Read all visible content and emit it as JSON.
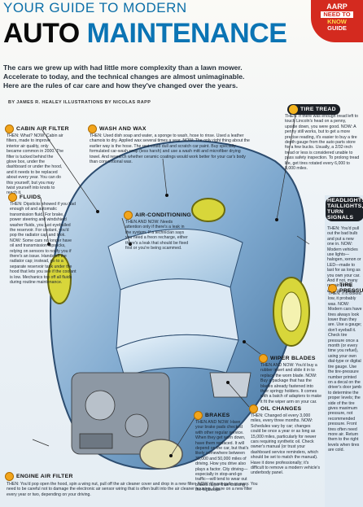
{
  "header": {
    "kicker": "YOUR GUIDE TO MODERN",
    "title_a": "AUTO",
    "title_b": "MAINTENANCE",
    "deck": "The cars we grew up with had little more complexity than a lawn mower. Accelerate to today, and the technical changes are almost unimaginable. Here are the rules of car care and how they've changed over the years.",
    "byline": "BY JAMES R. HEALEY   ILLUSTRATIONS BY NICOLAS RAPP"
  },
  "badge": {
    "line1": "AARP",
    "line2": "NEED TO",
    "line3": "KNOW",
    "line4": "GUIDE"
  },
  "sections": {
    "cabin": {
      "label": "CABIN AIR FILTER",
      "text": "THEN: What? NOW: Cabin air filters, made to improve interior air quality, only became common in 2000. The filter is tucked behind the glove box, under the dashboard or under the hood, and it needs to be replaced about every year. You can do this yourself, but you may twist yourself into knots to reach it."
    },
    "wash": {
      "label": "WASH AND WAX",
      "text": "THEN: Used dish soap and water, a sponge to wash, hose to rinse. Used a leather chamois to dry. Applied wax several times a year. NOW: The only right thing about the earlier way is the hose. The rest could dull and scratch car paint. Buy specially formulated car-wash soap (less harsh) and use a wash mitt and microfiber drying towel. And research whether ceramic coatings would work better for your car's body than conventional wax."
    },
    "tire": {
      "label": "TIRE TREAD",
      "text": "THEN: If there was enough tread left to touch Lincoln's head on a penny, upside down, you were good. NOW: A penny still works, but to get a more precise reading, it's easier to buy a tire depth gauge from the auto parts store for a few bucks. Usually, a 2/32-inch tread or less is considered unable to pass safety inspection. To prolong tread life, get tires rotated every 6,000 to 8,000 miles."
    },
    "ac": {
      "label": "AIR-CONDITIONING",
      "text": "THEN AND NOW: Needs attention only if there's a leak in the system. If a technician says you need a freon recharge, either there's a leak that should be fixed first or you're being scammed."
    },
    "fluids": {
      "label": "FLUIDS",
      "text": "THEN: Dipsticks showed if you had enough oil and automatic transmission fluid. For brake, power steering and windshield washer fluids, you just eyeballed the reservoir. For coolant, you'd pop the radiator cap and look. NOW: Some cars no longer have oil and transmission dipsticks, relying on sensors to notify you if there's an issue. Hands off the radiator cap; instead, go to a separate reservoir tank under the hood that lets you see if the coolant is low. Mechanics top off all fluids during routine maintenance."
    },
    "headlights": {
      "label": "HEADLIGHTS, TAILLIGHTS, TURN SIGNALS",
      "text": "THEN: You'd pull out the bad bulb and put a new one in. NOW: Modern vehicles use lights—halogen, xenon or LED—made to last for as long as you own your car. And if not, many remain pretty easy to replace."
    },
    "pressure": {
      "label": "TIRE PRESSURE",
      "text": "THEN: If it looked low, it probably was. NOW: Modern cars have tires always look lower than they are. Use a gauge; don't eyeball it. Check tire pressure once a month (or every time you refuel), using your own dial-type or digital tire gauge. Use the tire-pressure number printed on a decal on the driver's door jamb to determine the proper levels; the side of the tire gives maximum pressure, not recommended pressure. Front tires often need more air. Return them to the right levels when tires are cold."
    },
    "wipers": {
      "label": "WIPER BLADES",
      "text": "THEN AND NOW: You'd buy a rubber insert and slide it in to replace the worn blade. NOW: Buy a package that has the blades already fastened into their springy holders. It comes with a batch of adapters to make it fit the wiper arm on your car."
    },
    "oil": {
      "label": "OIL CHANGES",
      "text": "THEN: Changed oil every 3,000 miles, every three months. NOW: Schedules vary by car; changes could be once a year or as long as 15,000 miles, particularly for newer cars requiring synthetic oil. Check owner's manual (or trust your dashboard service reminders, which should be set to match the manual). Have it done professionally; it's difficult to remove a modern vehicle's underbody panel."
    },
    "brakes": {
      "label": "BRAKES",
      "text": "THEN AND NOW: Have your brake pads checked with other regular service. When they get worn down, have them replaced. It will depend on the car, but that's likely somewhere between 30,000 and 50,000 miles of driving. How you drive also plays a factor. City driving—especially in stop-and-go traffic—will tend to wear out brakes faster than cruising the highways."
    },
    "engine": {
      "label": "ENGINE AIR FILTER",
      "text": "THEN: You'd pop open the hood, spin a wing nut, pull off the air cleaner cover and drop in a new filter. NOW: It's not quite so easy. You need to be careful not to damage the electronic air sensor wiring that is often built into the air cleaner housing. Figure on a new filter every year or two, depending on your driving."
    }
  }
}
